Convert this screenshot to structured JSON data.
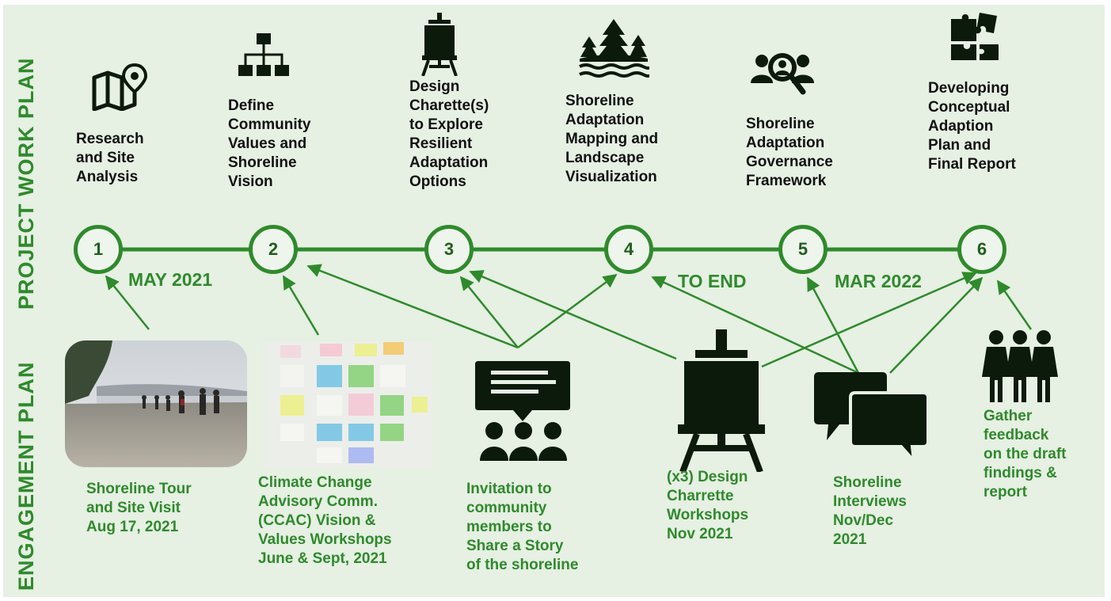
{
  "side_labels": {
    "top": "PROJECT WORK PLAN",
    "bottom": "ENGAGEMENT PLAN"
  },
  "project_steps": [
    {
      "number": "1",
      "icon": "map-pin-icon",
      "title": "Research\nand Site\nAnalysis"
    },
    {
      "number": "2",
      "icon": "org-chart-icon",
      "title": "Define\nCommunity\nValues and\nShoreline\nVision"
    },
    {
      "number": "3",
      "icon": "easel-icon",
      "title": "Design\nCharette(s)\nto Explore\nResilient\nAdaptation\nOptions"
    },
    {
      "number": "4",
      "icon": "forest-island-icon",
      "title": "Shoreline\nAdaptation\nMapping and\nLandscape\nVisualization"
    },
    {
      "number": "5",
      "icon": "people-search-icon",
      "title": "Shoreline\nAdaptation\nGovernance\nFramework"
    },
    {
      "number": "6",
      "icon": "puzzle-icon",
      "title": "Developing\nConceptual\nAdaption\nPlan and\nFinal Report"
    }
  ],
  "timeline_labels": {
    "start": "MAY 2021",
    "middle": "TO END",
    "end": "MAR 2022"
  },
  "engagement_items": [
    {
      "icon": "shoreline-photo",
      "title": "Shoreline Tour\nand Site Visit\nAug 17, 2021"
    },
    {
      "icon": "sticky-notes-photo",
      "title": "Climate Change\nAdvisory Comm.\n(CCAC) Vision &\nValues Workshops\nJune & Sept, 2021"
    },
    {
      "icon": "community-speech-icon",
      "title": "Invitation to\ncommunity\nmembers to\nShare a Story\nof the shoreline"
    },
    {
      "icon": "easel-icon",
      "title": "(x3) Design\nCharrette\nWorkshops\nNov 2021"
    },
    {
      "icon": "chat-bubbles-icon",
      "title": "Shoreline\nInterviews\nNov/Dec\n2021"
    },
    {
      "icon": "group-people-icon",
      "title": "Gather\nfeedback\non the draft\nfindings &\nreport"
    }
  ],
  "colors": {
    "green": "#2f8a2c",
    "dark_icon": "#0b1a0b",
    "background": "#e6f0e3"
  }
}
